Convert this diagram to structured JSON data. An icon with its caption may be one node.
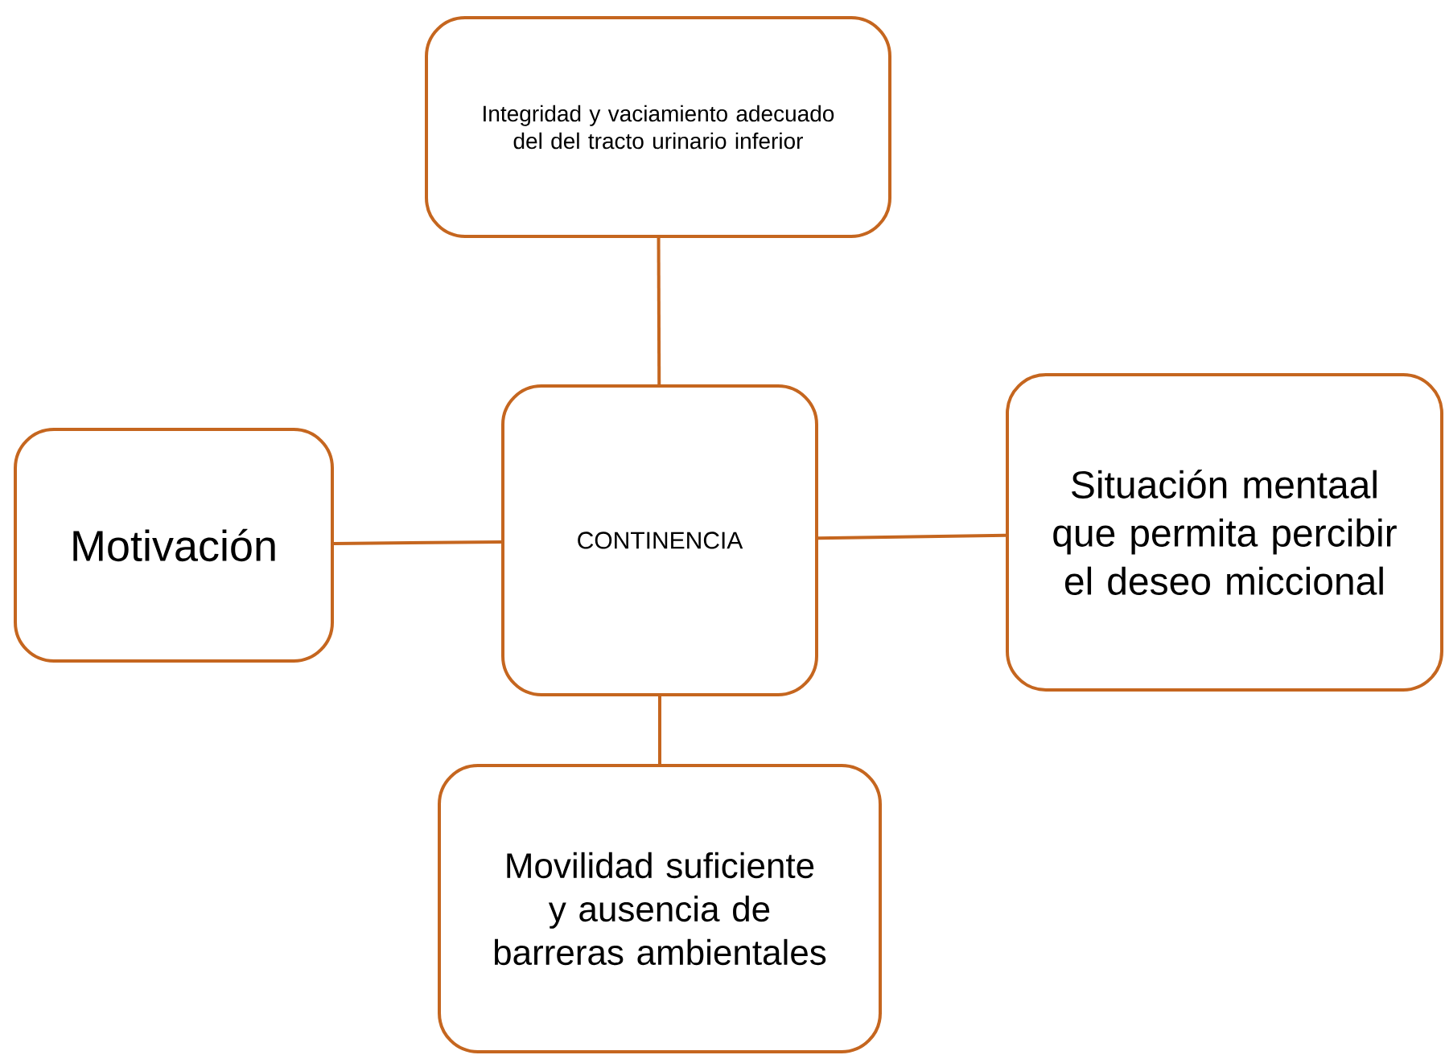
{
  "diagram": {
    "nodes": [
      {
        "text": [
          "Integridad y vaciamiento adecuado del del tracto urinario inferior"
        ]
      },
      {
        "text": [
          "Motivación"
        ]
      },
      {
        "text": [
          "CONTINENCIA"
        ]
      },
      {
        "text": [
          "Situación mentaal que permita percibir el deseo miccional"
        ]
      },
      {
        "text": [
          "Movilidad suficiente y ausencia de barreras ambientales"
        ]
      }
    ],
    "edges": [
      {
        "from": 0,
        "to": 2,
        "arrow": "none"
      },
      {
        "from": 1,
        "to": 2,
        "arrow": "none"
      },
      {
        "from": 2,
        "to": 3,
        "arrow": "none"
      },
      {
        "from": 2,
        "to": 4,
        "arrow": "none"
      }
    ]
  }
}
